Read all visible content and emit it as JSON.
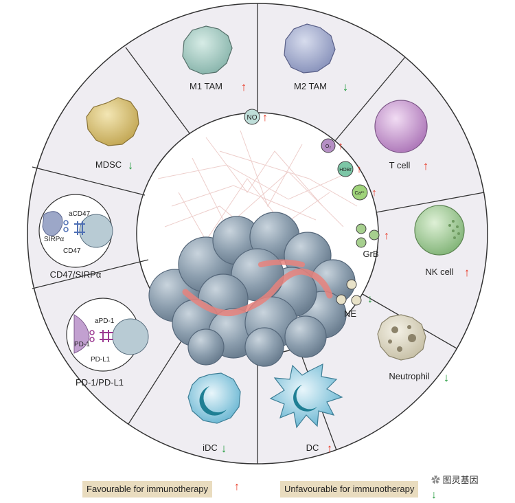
{
  "segments": {
    "m1_tam": {
      "label": "M1 TAM",
      "trend": "↑"
    },
    "m2_tam": {
      "label": "M2 TAM",
      "trend": "↓"
    },
    "t_cell": {
      "label": "T cell",
      "trend": "↑"
    },
    "nk_cell": {
      "label": "NK cell",
      "trend": "↑"
    },
    "neutrophil": {
      "label": "Neutrophil",
      "trend": "↓"
    },
    "dc": {
      "label": "DC",
      "trend": "↑"
    },
    "idc": {
      "label": "iDC",
      "trend": "↓"
    },
    "pd1": {
      "label": "PD-1/PD-L1",
      "antibody": "aPD-1",
      "receptor": "PD-1",
      "ligand": "PD-L1"
    },
    "cd47": {
      "label": "CD47/SIRPα",
      "antibody": "aCD47",
      "receptor": "SIRPα",
      "ligand": "CD47"
    },
    "mdsc": {
      "label": "MDSC",
      "trend": "↓"
    }
  },
  "inner": {
    "no": {
      "label": "NO",
      "trend": "↑"
    },
    "o2": {
      "label": "O₂",
      "trend": "↑"
    },
    "hobr": {
      "label": "HOBr",
      "trend": "↑"
    },
    "ca": {
      "label": "Ca²⁺",
      "trend": "↑"
    },
    "grb": {
      "label": "GrB",
      "trend": "↑"
    },
    "ne": {
      "label": "NE",
      "trend": "↓"
    }
  },
  "legend": {
    "favourable": "Favourable for immunotherapy",
    "favourable_arrow": "↑",
    "unfavourable": "Unfavourable for immunotherapy",
    "unfavourable_arrow": "↓"
  },
  "watermark": "图灵基因",
  "colors": {
    "up": "#e8331f",
    "down": "#1f9a3a",
    "ring": "#efedf2",
    "legend_bg": "#e9dcbf"
  }
}
